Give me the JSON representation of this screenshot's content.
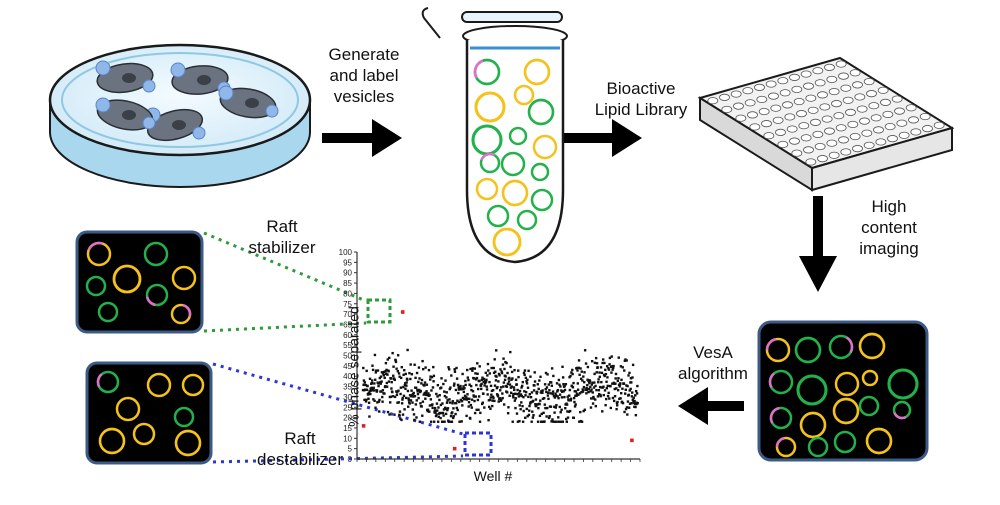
{
  "steps": {
    "generate": [
      "Generate",
      "and label",
      "vesicles"
    ],
    "library": [
      "Bioactive",
      "Lipid Library"
    ],
    "imaging": [
      "High",
      "content",
      "imaging"
    ],
    "algorithm": [
      "VesA",
      "algorithm"
    ]
  },
  "callouts": {
    "stabilizer": [
      "Raft",
      "stabilizer"
    ],
    "destabilizer": [
      "Raft",
      "destabilizer"
    ]
  },
  "colors": {
    "raft_stabilizer_line": "#2e9a3c",
    "raft_destabilizer_line": "#2a36d8",
    "vesicle_green": "#22b24c",
    "vesicle_yellow": "#f5c21b",
    "vesicle_magenta": "#e070c8",
    "highlight_point": "#e02020"
  },
  "chart_data": {
    "type": "scatter",
    "xlabel": "Well #",
    "ylabel": "% phase separated",
    "ylim": [
      0,
      100
    ],
    "yticks": [
      0,
      5,
      10,
      15,
      20,
      25,
      30,
      35,
      40,
      45,
      50,
      55,
      60,
      65,
      70,
      75,
      80,
      85,
      90,
      95,
      100
    ],
    "x_ticks_labeled": false,
    "series": [
      {
        "color": "#111111",
        "description_points": "approx 900 wells, values mostly 20–50"
      },
      {
        "color": "#e02020",
        "points": [
          [
            2,
            16
          ],
          [
            130,
            71
          ],
          [
            300,
            5
          ],
          [
            880,
            9
          ]
        ]
      }
    ]
  }
}
